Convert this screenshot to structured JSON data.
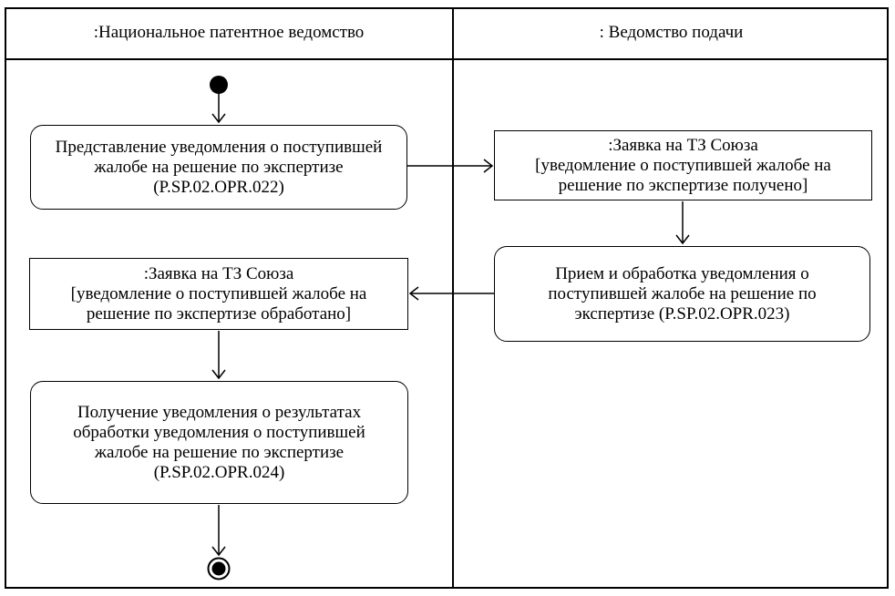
{
  "colors": {
    "ink": "#000000",
    "background": "#ffffff"
  },
  "lanes": [
    {
      "label": ":Национальное патентное ведомство"
    },
    {
      "label": ": Ведомство подачи"
    }
  ],
  "boxes": [
    {
      "kind": "activity",
      "lines": [
        "Представление уведомления о поступившей",
        "жалобе на решение по экспертизе",
        "(P.SP.02.OPR.022)"
      ]
    },
    {
      "kind": "object-state",
      "lines": [
        ":Заявка на ТЗ Союза",
        "[уведомление о поступившей жалобе на",
        "решение по экспертизе получено]"
      ]
    },
    {
      "kind": "activity",
      "lines": [
        "Прием и обработка уведомления о",
        "поступившей жалобе на решение по",
        "экспертизе (P.SP.02.OPR.023)"
      ]
    },
    {
      "kind": "object-state",
      "lines": [
        ":Заявка на ТЗ Союза",
        "[уведомление о поступившей жалобе на",
        "решение по экспертизе обработано]"
      ]
    },
    {
      "kind": "activity",
      "lines": [
        "Получение уведомления о результатах",
        "обработки уведомления о поступившей",
        "жалобе на решение по экспертизе",
        "(P.SP.02.OPR.024)"
      ]
    }
  ],
  "nodes": {
    "initial": "initial-state",
    "final": "final-state"
  }
}
